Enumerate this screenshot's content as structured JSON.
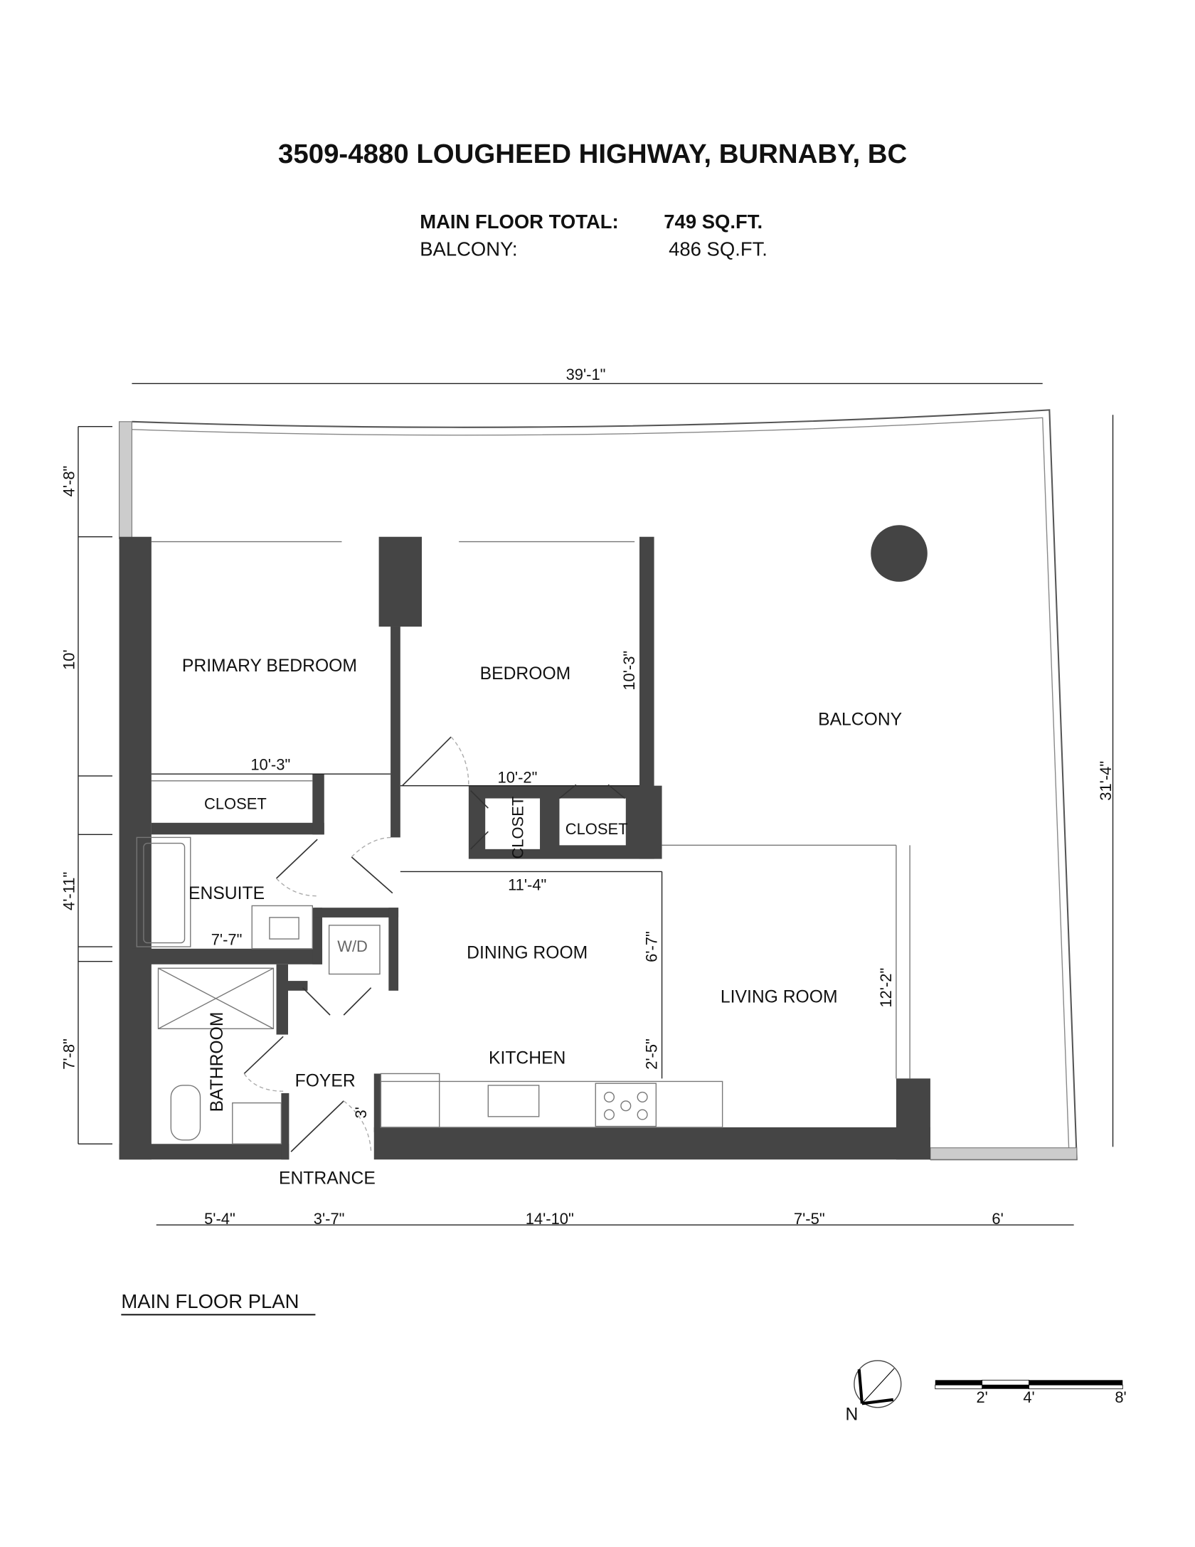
{
  "header": {
    "title": "3509-4880 LOUGHEED HIGHWAY, BURNABY, BC",
    "main_floor_label": "MAIN FLOOR TOTAL:",
    "main_floor_value": "749 SQ.FT.",
    "balcony_label": "BALCONY:",
    "balcony_value": "486 SQ.FT."
  },
  "rooms": {
    "primary_bedroom": "PRIMARY BEDROOM",
    "bedroom": "BEDROOM",
    "balcony": "BALCONY",
    "closet_primary": "CLOSET",
    "closet_hall": "CLOSET",
    "closet_bedroom": "CLOSET",
    "ensuite": "ENSUITE",
    "washer_dryer": "W/D",
    "dining_room": "DINING ROOM",
    "living_room": "LIVING ROOM",
    "kitchen": "KITCHEN",
    "bathroom": "BATHROOM",
    "foyer": "FOYER",
    "entrance": "ENTRANCE"
  },
  "dimensions": {
    "top_width": "39'-1\"",
    "left_balcony_depth": "4'-8\"",
    "left_bedroom": "10'",
    "left_ensuite": "4'-11\"",
    "left_bathroom": "7'-8\"",
    "right_total": "31'-4\"",
    "bottom_bathroom": "5'-4\"",
    "bottom_entrance": "3'-7\"",
    "bottom_kitchen": "14'-10\"",
    "bottom_living": "7'-5\"",
    "bottom_balcony": "6'",
    "primary_bedroom_width": "10'-3\"",
    "bedroom_width": "10'-2\"",
    "bedroom_depth": "10'-3\"",
    "dining_width": "11'-4\"",
    "ensuite_width": "7'-7\"",
    "dining_depth": "6'-7\"",
    "kitchen_depth": "2'-5\"",
    "living_depth": "12'-2\"",
    "entrance_door": "3'"
  },
  "footer": {
    "plan_title": "MAIN FLOOR PLAN",
    "compass_label": "N",
    "scale_labels": [
      "2'",
      "4'",
      "8'"
    ]
  }
}
